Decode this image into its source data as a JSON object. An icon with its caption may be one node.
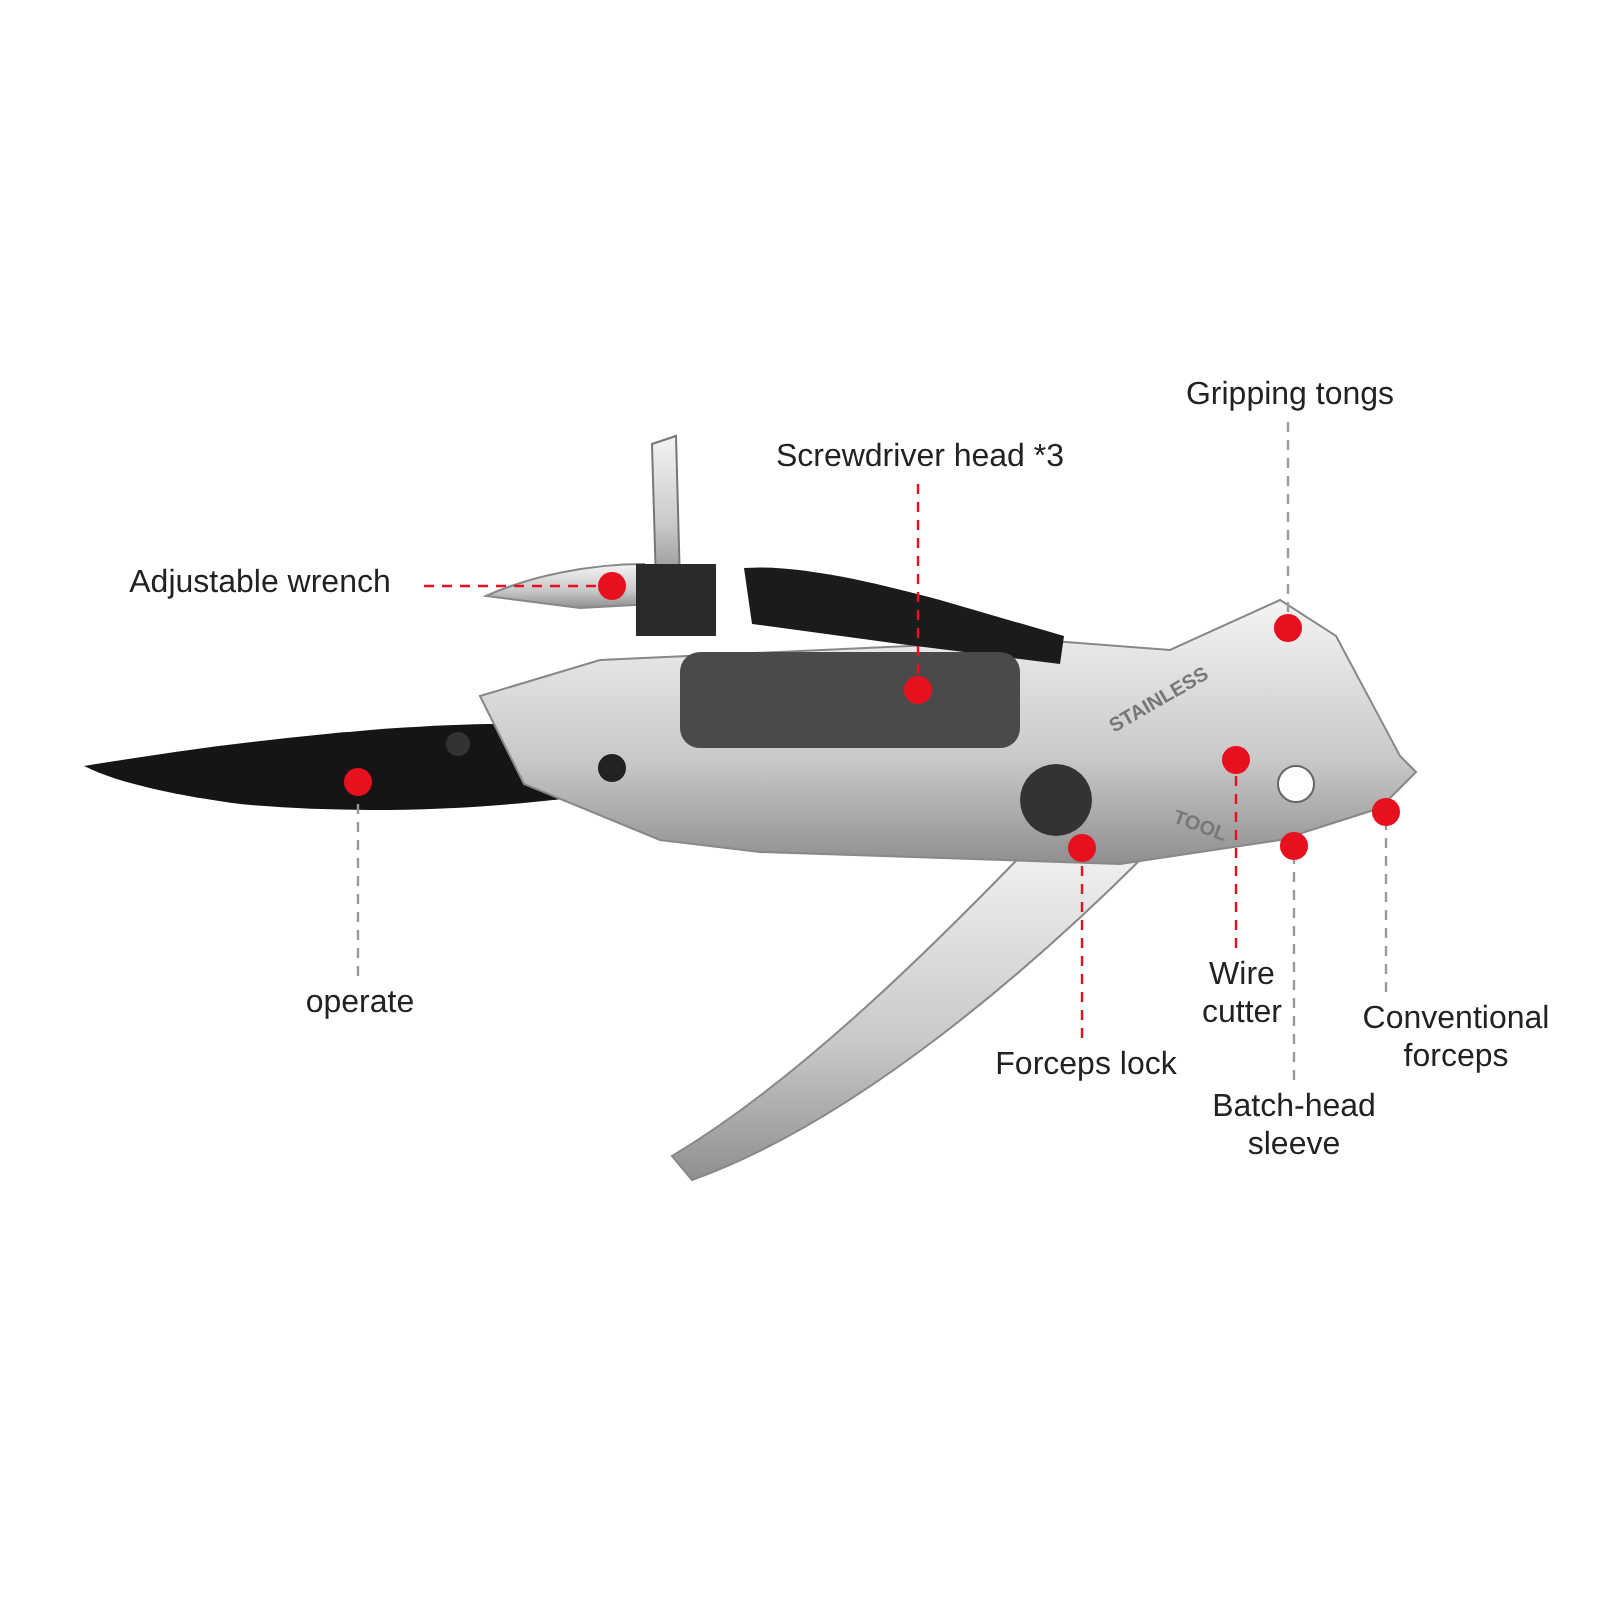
{
  "diagram": {
    "nodes": [
      {
        "text": [
          "Gripping tongs"
        ]
      },
      {
        "text": [
          "Screwdriver head *3"
        ]
      },
      {
        "text": [
          "Adjustable wrench"
        ]
      },
      {
        "text": [
          "operate"
        ]
      },
      {
        "text": [
          "Wire cutter"
        ]
      },
      {
        "text": [
          "Conventional forceps"
        ]
      },
      {
        "text": [
          "Forceps lock"
        ]
      },
      {
        "text": [
          "Batch-head sleeve"
        ]
      },
      {
        "text": [],
        "shape": "circle"
      },
      {
        "text": [],
        "shape": "circle"
      },
      {
        "text": [],
        "shape": "circle"
      },
      {
        "text": [],
        "shape": "circle"
      },
      {
        "text": [],
        "shape": "circle"
      },
      {
        "text": [],
        "shape": "circle"
      },
      {
        "text": [],
        "shape": "circle"
      },
      {
        "text": [],
        "shape": "circle"
      }
    ],
    "edges": [
      {
        "from": 0,
        "to": 8,
        "arrow": "none",
        "style": "dashed",
        "color": "#9a9a9a"
      },
      {
        "from": 1,
        "to": 9,
        "arrow": "none",
        "style": "dashed",
        "color": "#e8101e"
      },
      {
        "from": 2,
        "to": 10,
        "arrow": "none",
        "style": "dashed",
        "color": "#e8101e"
      },
      {
        "from": 3,
        "to": 11,
        "arrow": "none",
        "style": "dashed",
        "color": "#9a9a9a"
      },
      {
        "from": 4,
        "to": 12,
        "arrow": "none",
        "style": "dashed",
        "color": "#e8101e"
      },
      {
        "from": 5,
        "to": 13,
        "arrow": "none",
        "style": "dashed",
        "color": "#9a9a9a"
      },
      {
        "from": 6,
        "to": 14,
        "arrow": "none",
        "style": "dashed",
        "color": "#e8101e"
      },
      {
        "from": 7,
        "to": 15,
        "arrow": "none",
        "style": "dashed",
        "color": "#9a9a9a"
      }
    ],
    "labels": [
      "STAINLESS",
      "TOOL"
    ]
  }
}
